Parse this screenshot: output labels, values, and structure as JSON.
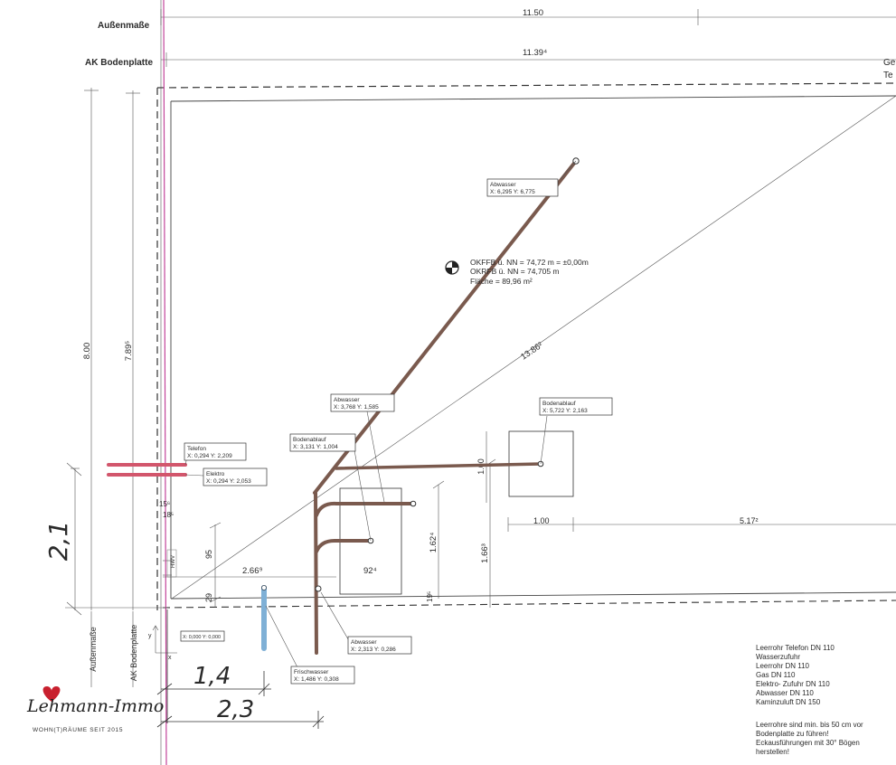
{
  "header": {
    "label_aussen": "Außenmaße",
    "label_bodenplatte": "AK Bodenplatte",
    "dim_aussen": "11.50",
    "dim_bodenplatte": "11.39⁴",
    "edge_text_1": "Ge",
    "edge_text_2": "Te"
  },
  "dimensions": {
    "v_800": "8.00",
    "v_789": "7.89⁵",
    "diag": "13.86²",
    "d_15": "15⁶",
    "d_18": "18⁵",
    "d_95": "95",
    "d_29": "29",
    "d_266": "2.66⁹",
    "d_924": "92⁴",
    "d_1624": "1.62⁴",
    "d_1663": "1.66³",
    "d_19": "19⁵",
    "d_100v": "1.00",
    "d_100h": "1.00",
    "d_517": "5.17²",
    "bottom_aussen": "Außenmaße",
    "bottom_bodenplatte": "AK Bodenplatte",
    "hand_21": "2,1",
    "hand_14": "1,4",
    "hand_23": "2,3",
    "hwv": "HWV"
  },
  "reference": {
    "okffb": "OKFFB ü. NN = 74,72 m = ±0,00m",
    "okrfb": "OKRFB ü. NN = 74,705 m",
    "flaeche": "Fläche = 89,96 m²"
  },
  "tags": {
    "abwasser_top_title": "Abwasser",
    "abwasser_top_coords": "X: 6,295 Y: 6,775",
    "abwasser_mid_title": "Abwasser",
    "abwasser_mid_coords": "X: 3,768 Y: 1,585",
    "bodenablauf_left_title": "Bodenablauf",
    "bodenablauf_left_coords": "X: 3,131 Y: 1,004",
    "bodenablauf_right_title": "Bodenablauf",
    "bodenablauf_right_coords": "X: 5,722 Y: 2,163",
    "telefon_title": "Telefon",
    "telefon_coords": "X: 0,294 Y: 2,209",
    "elektro_title": "Elektro",
    "elektro_coords": "X: 0,294 Y: 2,053",
    "abwasser_low_title": "Abwasser",
    "abwasser_low_coords": "X: 2,313 Y: 0,286",
    "frischwasser_title": "Frischwasser",
    "frischwasser_coords": "X: 1,486 Y: 0,308",
    "origin_coords": "X: 0,000 Y: 0,000"
  },
  "legend": {
    "items": [
      "Leerrohr Telefon DN 110",
      "Wasserzufuhr",
      "Leerrohr DN 110",
      "Gas DN 110",
      "Elektro- Zufuhr DN 110",
      "Abwasser DN 110",
      "Kaminzuluft DN 150"
    ],
    "note": [
      "Leerrohre sind min. bis 50 cm vor",
      "Bodenplatte zu führen!",
      "Eckausführungen mit 30° Bögen",
      "herstellen!"
    ]
  },
  "logo": {
    "name": "Lehmann-Immo",
    "tagline": "WOHN(T)RÄUME SEIT 2015"
  },
  "colors": {
    "pipe_brown": "#7a5a4e",
    "pipe_red": "#d2566c",
    "pipe_blue": "#7fb0d6",
    "magenta_line": "#c2449a",
    "logo_red": "#c8202e"
  }
}
